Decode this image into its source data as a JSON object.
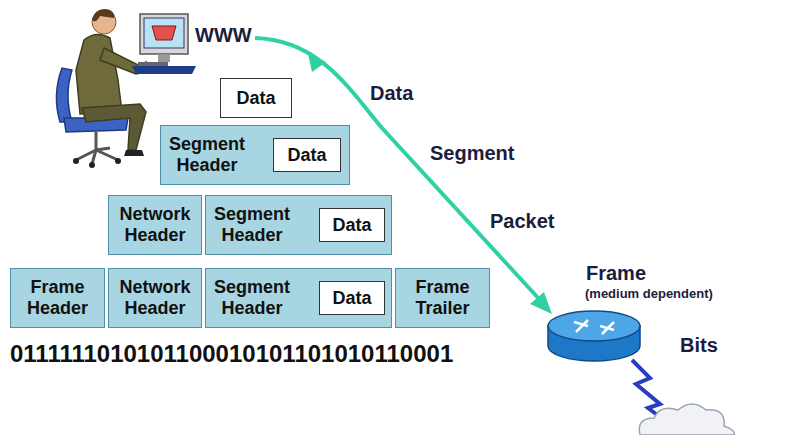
{
  "diagram": {
    "nodes": [
      {
        "text": [
          "Data"
        ]
      },
      {
        "text": [
          "Segment Header"
        ]
      },
      {
        "text": [
          "Data"
        ],
        "in": 1
      },
      {
        "text": [
          "Network Header"
        ]
      },
      {
        "text": [
          "Segment Header"
        ]
      },
      {
        "text": [
          "Data"
        ],
        "in": 4
      },
      {
        "text": [
          "Frame Header"
        ]
      },
      {
        "text": [
          "Network Header"
        ]
      },
      {
        "text": [
          "Segment Header"
        ]
      },
      {
        "text": [
          "Data"
        ],
        "in": 8
      },
      {
        "text": [
          "Frame Trailer"
        ]
      }
    ],
    "labels": [
      "WWW",
      "Data",
      "Segment",
      "Packet",
      "Frame",
      "(medium dependent)",
      "0111111010101100010101101010110001",
      "Bits"
    ]
  }
}
